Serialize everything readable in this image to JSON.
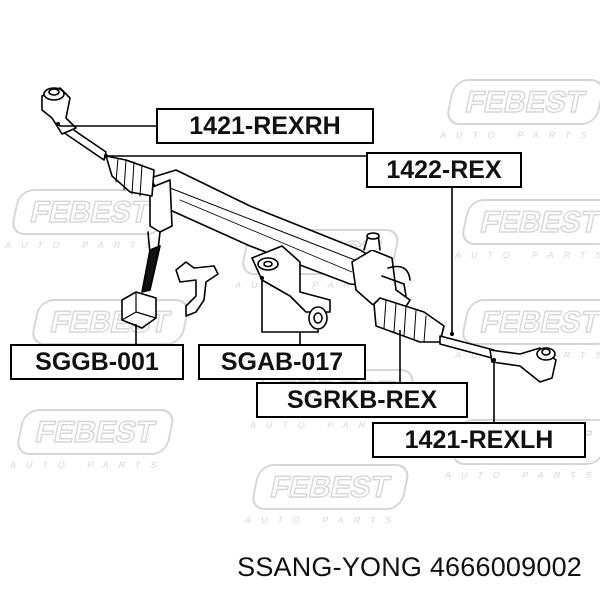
{
  "watermark": {
    "brand": "FEBEST",
    "sub": "AUTO PARTS"
  },
  "parts": [
    {
      "id": "tie-rod-end-rh",
      "label": "1421-REXRH"
    },
    {
      "id": "tie-rod",
      "label": "1422-REX"
    },
    {
      "id": "stabilizer-bushing",
      "label": "SGGB-001"
    },
    {
      "id": "arm-bushing",
      "label": "SGAB-017"
    },
    {
      "id": "steering-boot",
      "label": "SGRKB-REX"
    },
    {
      "id": "tie-rod-end-lh",
      "label": "1421-REXLH"
    }
  ],
  "caption": "SSANG-YONG 4666009002",
  "colors": {
    "outline": "#000000",
    "watermark": "#d6d6d6",
    "text": "#111111"
  }
}
